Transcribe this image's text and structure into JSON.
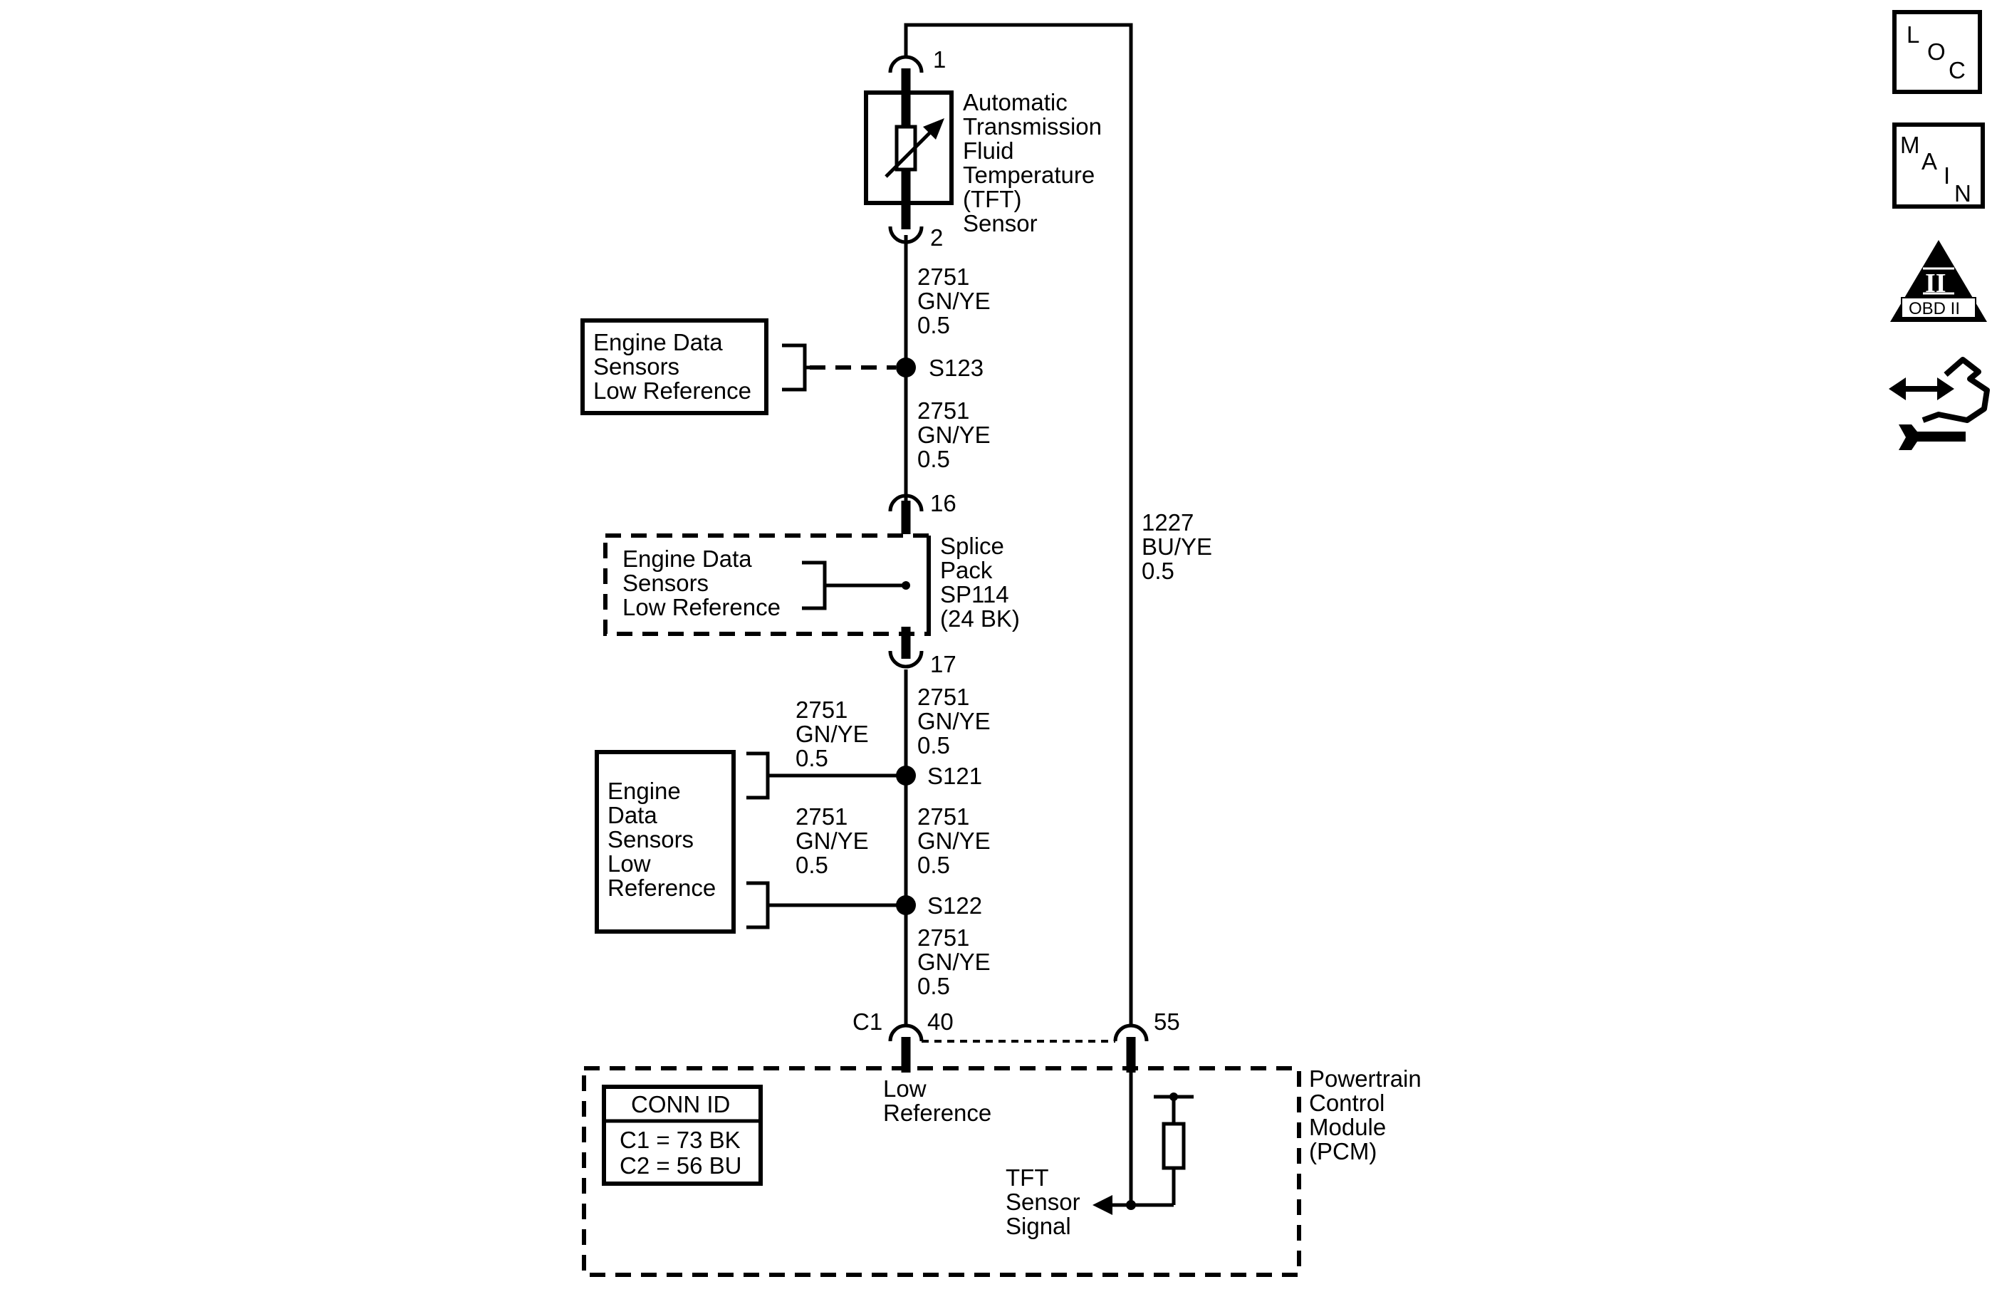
{
  "sensor": {
    "pin_top": "1",
    "pin_bottom": "2",
    "name": [
      "Automatic",
      "Transmission",
      "Fluid",
      "Temperature",
      "(TFT)",
      "Sensor"
    ]
  },
  "wire_2751_1": [
    "2751",
    "GN/YE",
    "0.5"
  ],
  "splice_s123": "S123",
  "box_s123": [
    "Engine Data",
    "Sensors",
    "Low Reference"
  ],
  "wire_2751_2": [
    "2751",
    "GN/YE",
    "0.5"
  ],
  "splice_pack": {
    "pin_top": "16",
    "pin_bottom": "17",
    "name": [
      "Splice",
      "Pack",
      "SP114",
      "(24 BK)"
    ]
  },
  "box_sp114": [
    "Engine Data",
    "Sensors",
    "Low Reference"
  ],
  "wire_2751_3": [
    "2751",
    "GN/YE",
    "0.5"
  ],
  "wire_2751_left_1": [
    "2751",
    "GN/YE",
    "0.5"
  ],
  "splice_s121": "S121",
  "wire_2751_4": [
    "2751",
    "GN/YE",
    "0.5"
  ],
  "wire_2751_left_2": [
    "2751",
    "GN/YE",
    "0.5"
  ],
  "splice_s122": "S122",
  "box_s121_s122": [
    "Engine",
    "Data",
    "Sensors",
    "Low",
    "Reference"
  ],
  "wire_2751_5": [
    "2751",
    "GN/YE",
    "0.5"
  ],
  "wire_1227": [
    "1227",
    "BU/YE",
    "0.5"
  ],
  "pcm": {
    "connector": "C1",
    "pin_low_ref": "40",
    "pin_signal": "55",
    "low_ref_label": [
      "Low",
      "Reference"
    ],
    "signal_label": [
      "TFT",
      "Sensor",
      "Signal"
    ],
    "name": [
      "Powertrain",
      "Control",
      "Module",
      "(PCM)"
    ],
    "conn_id": {
      "title": "CONN ID",
      "rows": [
        "C1 = 73 BK",
        "C2 = 56 BU"
      ]
    }
  },
  "nav_icons": {
    "loc": {
      "icon": "loc-icon",
      "letters": [
        "L",
        "O",
        "C"
      ]
    },
    "main": {
      "icon": "main-icon",
      "letters": [
        "M",
        "A",
        "I",
        "N"
      ]
    },
    "obd": {
      "icon": "obd-ii-icon",
      "numeral": "II",
      "label": "OBD II"
    },
    "service": {
      "icon": "hand-wrench-icon"
    }
  }
}
